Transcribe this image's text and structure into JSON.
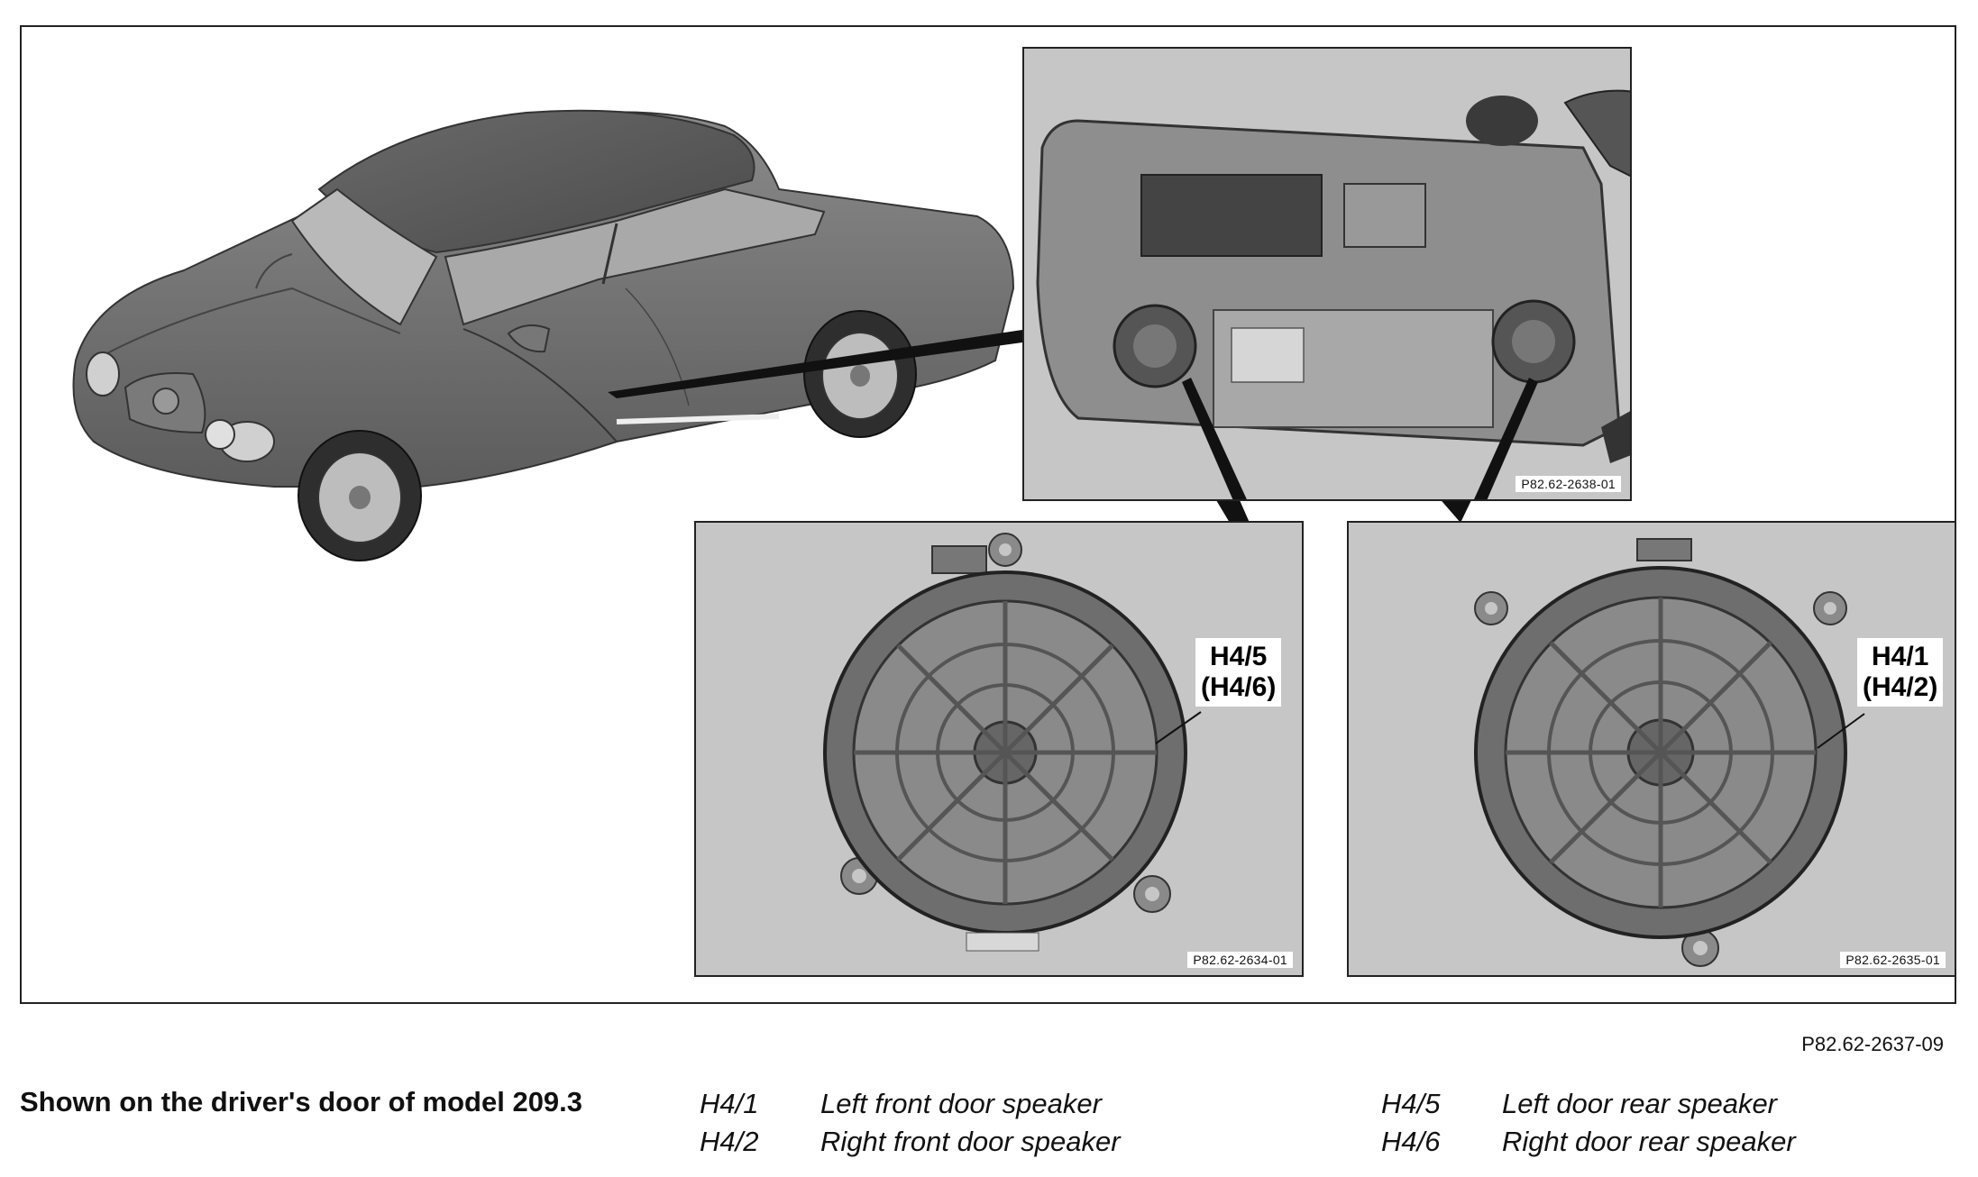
{
  "figure_ref": "P82.62-2637-09",
  "panels": {
    "door": {
      "ref": "P82.62-2638-01"
    },
    "speaker_left": {
      "ref": "P82.62-2634-01",
      "callout": [
        "H4/5",
        "(H4/6)"
      ]
    },
    "speaker_right": {
      "ref": "P82.62-2635-01",
      "callout": [
        "H4/1",
        "(H4/2)"
      ]
    }
  },
  "caption": "Shown on the driver's door of model 209.3",
  "legend_left": [
    {
      "code": "H4/1",
      "label": "Left front door speaker"
    },
    {
      "code": "H4/2",
      "label": "Right front door speaker"
    }
  ],
  "legend_right": [
    {
      "code": "H4/5",
      "label": "Left door rear speaker"
    },
    {
      "code": "H4/6",
      "label": "Right door rear speaker"
    }
  ]
}
